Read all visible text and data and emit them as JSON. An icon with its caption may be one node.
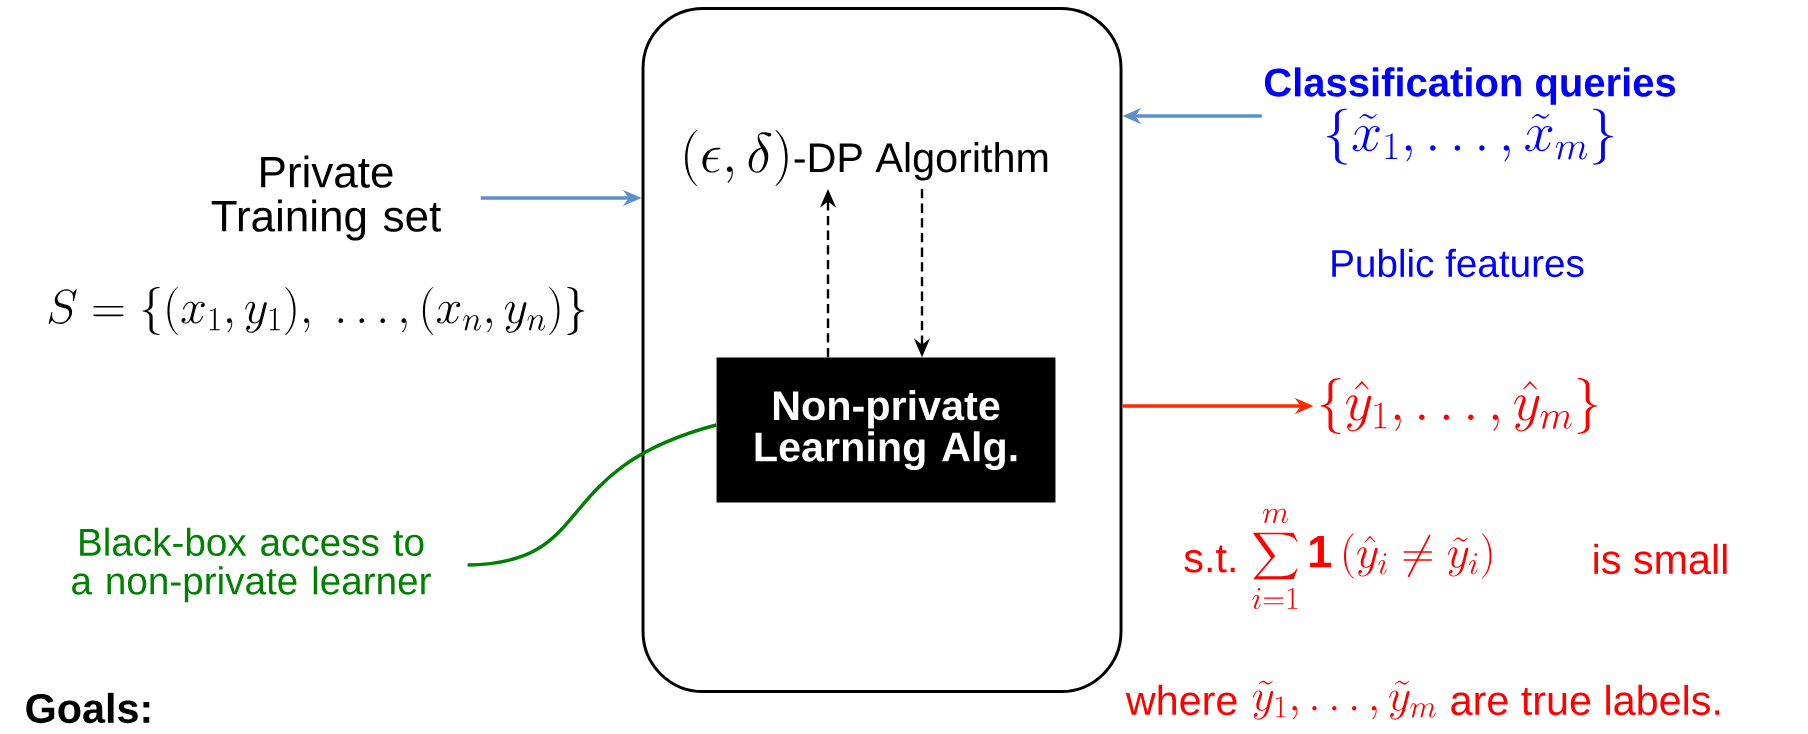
{
  "diagram": {
    "nodes": [
      {
        "text": [],
        "shape": "box"
      },
      {
        "text": [
          "(\\epsilon,\\delta)",
          "-DP Algorithm"
        ],
        "in": 0
      },
      {
        "text": [
          "Non-private Learning Alg."
        ],
        "in": 0
      },
      {
        "text": [
          "Private Training set"
        ]
      },
      {
        "text": [
          "Classification queries",
          "\\left\\{\\tilde{x}_1,\\ldots,\\tilde{x}_m\\right\\}"
        ],
        "beside": [
          "Public features"
        ]
      },
      {
        "text": [
          "\\left\\{\\hat{y}_1,\\ldots,\\hat{y}_m\\right\\}"
        ]
      },
      {
        "text": [
          "Black-box access to a non-private learner"
        ]
      }
    ],
    "edges": [
      {
        "from": 3,
        "to": 0,
        "arrow": "to"
      },
      {
        "from": 4,
        "to": 0,
        "arrow": "to"
      },
      {
        "from": 2,
        "to": 1,
        "arrow": "to",
        "style": "dashed",
        "color": "#000000"
      },
      {
        "from": 1,
        "to": 2,
        "arrow": "to",
        "style": "dashed",
        "color": "#000000"
      },
      {
        "from": 0,
        "to": 5,
        "arrow": "to",
        "color": "#ff2a00"
      },
      {
        "from": 6,
        "to": 2,
        "arrow": "none",
        "color": "#008000"
      }
    ],
    "labels": [
      "S = \\{(x_1, y_1),\\ \\ldots, (x_n, y_n)\\}",
      "s.t.",
      "\\sum_{i=1}^{m}\\mathbf{1}\\left(\\hat{y}_i \\neq \\tilde{y}_i\\right)",
      "is small",
      "where",
      "\\tilde{y}_1,\\ldots,\\tilde{y}_m",
      "are true labels.",
      "Goals:"
    ]
  }
}
